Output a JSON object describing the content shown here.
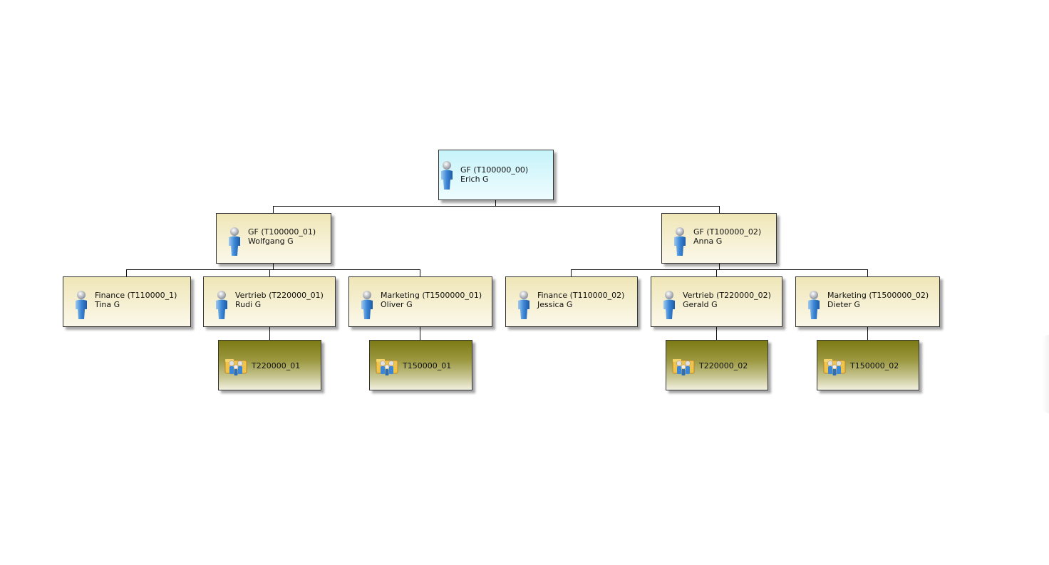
{
  "org_chart": {
    "root": {
      "role": "GF (T100000_00)",
      "name": "Erich G",
      "icon": "person-icon",
      "color": "#dcf8fc"
    },
    "managers": [
      {
        "role": "GF (T100000_01)",
        "name": "Wolfgang G",
        "icon": "person-icon"
      },
      {
        "role": "GF (T100000_02)",
        "name": "Anna G",
        "icon": "person-icon"
      }
    ],
    "departments": [
      {
        "role": "Finance (T110000_1)",
        "name": "Tina G",
        "icon": "person-icon",
        "manager": 0
      },
      {
        "role": "Vertrieb (T220000_01)",
        "name": "Rudi G",
        "icon": "person-icon",
        "manager": 0
      },
      {
        "role": "Marketing (T1500000_01)",
        "name": "Oliver G",
        "icon": "person-icon",
        "manager": 0
      },
      {
        "role": "Finance (T110000_02)",
        "name": "Jessica G",
        "icon": "person-icon",
        "manager": 1
      },
      {
        "role": "Vertrieb (T220000_02)",
        "name": "Gerald G",
        "icon": "person-icon",
        "manager": 1
      },
      {
        "role": "Marketing (T1500000_02)",
        "name": "Dieter G",
        "icon": "person-icon",
        "manager": 1
      }
    ],
    "teams": [
      {
        "label": "T220000_01",
        "icon": "group-icon",
        "department": 1
      },
      {
        "label": "T150000_01",
        "icon": "group-icon",
        "department": 2
      },
      {
        "label": "T220000_02",
        "icon": "group-icon",
        "department": 4
      },
      {
        "label": "T150000_02",
        "icon": "group-icon",
        "department": 5
      }
    ],
    "colors": {
      "person_box": "#f6f0d3",
      "root_box": "#dcf8fc",
      "team_box": "#9b9840",
      "connector": "#111111"
    }
  }
}
